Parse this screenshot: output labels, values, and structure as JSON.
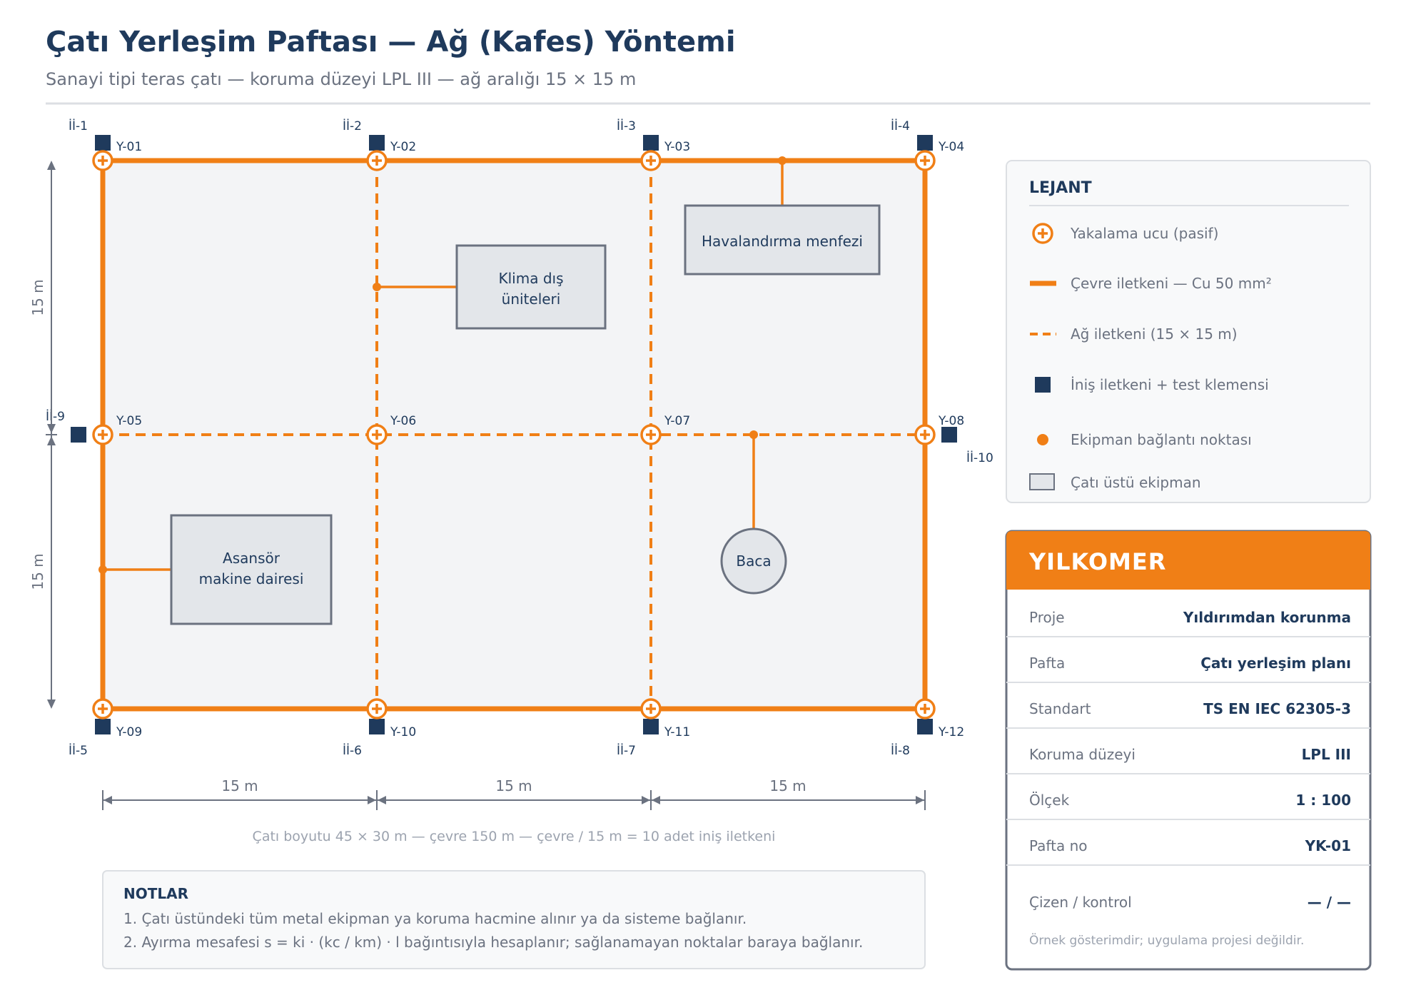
{
  "header": {
    "title": "Çatı Yerleşim Paftası — Ağ (Kafes) Yöntemi",
    "subtitle": "Sanayi tipi teras çatı — koruma düzeyi LPL III — ağ aralığı 15 × 15 m"
  },
  "colors": {
    "accent": "#f07f16",
    "navy": "#1f3a5c",
    "equipment_fill": "#e3e6ea",
    "roof_fill": "#f3f4f6",
    "muted": "#6b7280"
  },
  "air_terminals": [
    "Y-01",
    "Y-02",
    "Y-03",
    "Y-04",
    "Y-05",
    "Y-06",
    "Y-07",
    "Y-08",
    "Y-09",
    "Y-10",
    "Y-11",
    "Y-12"
  ],
  "down_conductors": [
    "İİ-1",
    "İİ-2",
    "İİ-3",
    "İİ-4",
    "İİ-5",
    "İİ-6",
    "İİ-7",
    "İİ-8",
    "İİ-9",
    "İİ-10"
  ],
  "equipment": {
    "hvac_vent": [
      "Havalandırma menfezi"
    ],
    "ac_units": [
      "Klima dış",
      "üniteleri"
    ],
    "elevator_room": [
      "Asansör",
      "makine dairesi"
    ],
    "chimney": [
      "Baca"
    ]
  },
  "dimensions": {
    "horizontal": [
      "15 m",
      "15 m",
      "15 m"
    ],
    "vertical": [
      "15 m",
      "15 m"
    ],
    "summary": "Çatı boyutu 45 × 30 m — çevre 150 m — çevre / 15 m = 10 adet iniş iletkeni"
  },
  "notes": {
    "title": "NOTLAR",
    "items": [
      "1. Çatı üstündeki tüm metal ekipman ya koruma hacmine alınır ya da sisteme bağlanır.",
      "2. Ayırma mesafesi s = ki · (kc / km) · l bağıntısıyla hesaplanır; sağlanamayan noktalar baraya bağlanır."
    ]
  },
  "legend": {
    "title": "LEJANT",
    "items": [
      {
        "icon": "air-terminal-icon",
        "label": "Yakalama ucu (pasif)"
      },
      {
        "icon": "perimeter-conductor-icon",
        "label": "Çevre iletkeni — Cu 50 mm²"
      },
      {
        "icon": "mesh-conductor-icon",
        "label": "Ağ iletkeni (15 × 15 m)"
      },
      {
        "icon": "down-conductor-icon",
        "label": "İniş iletkeni + test klemensi"
      },
      {
        "icon": "bonding-point-icon",
        "label": "Ekipman bağlantı noktası"
      },
      {
        "icon": "rooftop-equipment-icon",
        "label": "Çatı üstü ekipman"
      }
    ]
  },
  "title_block": {
    "company": "YILKOMER",
    "rows": [
      {
        "label": "Proje",
        "value": "Yıldırımdan korunma"
      },
      {
        "label": "Pafta",
        "value": "Çatı yerleşim planı"
      },
      {
        "label": "Standart",
        "value": "TS EN IEC 62305-3"
      },
      {
        "label": "Koruma düzeyi",
        "value": "LPL III"
      },
      {
        "label": "Ölçek",
        "value": "1 : 100"
      },
      {
        "label": "Pafta no",
        "value": "YK-01"
      },
      {
        "label": "Çizen / kontrol",
        "value": "— / —"
      }
    ],
    "footnote": "Örnek gösterimdir; uygulama projesi değildir."
  }
}
